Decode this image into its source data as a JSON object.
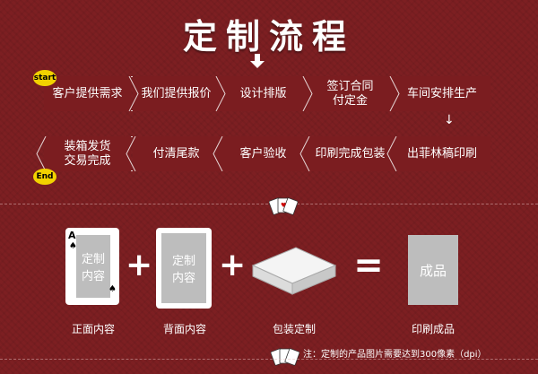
{
  "title": "定制流程",
  "badges": {
    "start": "start",
    "end": "End"
  },
  "flow": {
    "row1": [
      "客户提供需求",
      "我们提供报价",
      "设计排版",
      "签订合同\n付定金",
      "车间安排生产"
    ],
    "row2": [
      "装箱发货\n交易完成",
      "付清尾款",
      "客户验收",
      "印刷完成包装",
      "出菲林稿印刷"
    ]
  },
  "products": {
    "front_card_text": "定制\n内容",
    "front_ace": "A",
    "back_card_text": "定制\n内容",
    "result_text": "成品",
    "labels": [
      "正面内容",
      "背面内容",
      "包装定制",
      "印刷成品"
    ],
    "plus": "+",
    "equals": "="
  },
  "note": "注：定制的产品图片需要达到300像素（dpi）",
  "colors": {
    "background": "#7d1f22",
    "badge": "#f2d200",
    "gray": "#bdbdbd"
  }
}
